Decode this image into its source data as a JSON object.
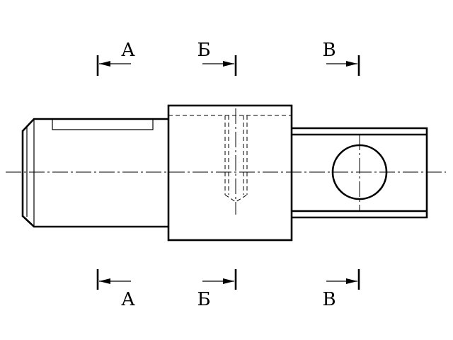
{
  "sections": {
    "a": "А",
    "b": "Б",
    "v": "В"
  },
  "colors": {
    "line": "#000000",
    "background": "#ffffff"
  }
}
